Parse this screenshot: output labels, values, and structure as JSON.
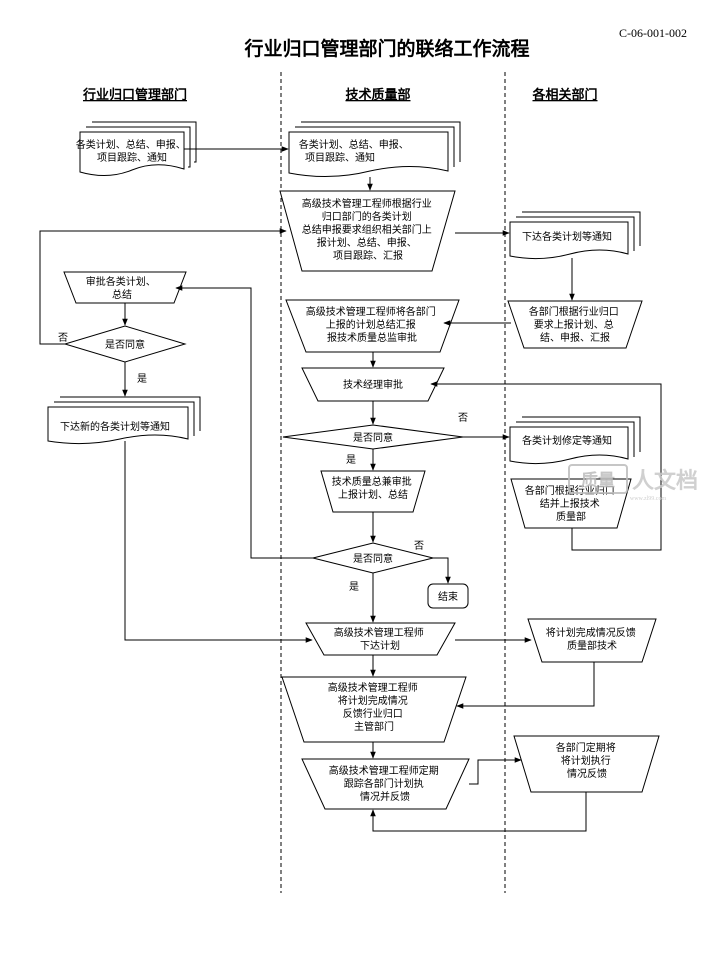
{
  "doc": {
    "code": "C-06-001-002",
    "title": "行业归口管理部门的联络工作流程"
  },
  "lanes": {
    "left": "行业归口管理部门",
    "middle": "技术质量部",
    "right": "各相关部门"
  },
  "nodes": {
    "n1": [
      "各类计划、总结、申报、",
      "项目跟踪、通知"
    ],
    "n2": [
      "各类计划、总结、申报、",
      "项目跟踪、通知"
    ],
    "n3": [
      "高级技术管理工程师根据行业",
      "归口部门的各类计划",
      "总结申报要求组织相关部门上",
      "报计划、总结、申报、",
      "项目跟踪、汇报"
    ],
    "n4": [
      "下达各类计划等通知"
    ],
    "n5": [
      "审批各类计划、",
      "总结"
    ],
    "n6": [
      "高级技术管理工程师将各部门",
      "上报的计划总结汇报",
      "报技术质量总监审批"
    ],
    "n7": [
      "各部门根据行业归口",
      "要求上报计划、总",
      "结、申报、汇报"
    ],
    "d1": [
      "是否同意"
    ],
    "n8": [
      "技术经理审批"
    ],
    "n9": [
      "下达新的各类计划等通知"
    ],
    "d2": [
      "是否同意"
    ],
    "n10": [
      "各类计划修定等通知"
    ],
    "n11": [
      "技术质量总兼审批",
      "上报计划、总结"
    ],
    "n12": [
      "各部门根据行业归口",
      "结并上报技术",
      "质量部"
    ],
    "d3": [
      "是否同意"
    ],
    "end": [
      "结束"
    ],
    "n13": [
      "高级技术管理工程师",
      "下达计划"
    ],
    "n14": [
      "将计划完成情况反馈",
      "质量部技术"
    ],
    "n15": [
      "高级技术管理工程师",
      "将计划完成情况",
      "反馈行业归口",
      "主管部门"
    ],
    "n16": [
      "高级技术管理工程师定期",
      "跟踪各部门计划执",
      "情况并反馈"
    ],
    "n17": [
      "各部门定期将",
      "将计划执行",
      "情况反馈"
    ]
  },
  "edge_labels": {
    "no_1": "否",
    "yes_1": "是",
    "no_2": "否",
    "yes_2": "是",
    "no_3": "否",
    "yes_3": "是"
  },
  "watermark": {
    "brand": "人文档",
    "prefix": "质量",
    "url": "www.zl99.com"
  },
  "colors": {
    "stroke": "#000000",
    "background": "#ffffff",
    "watermark": "#c8c8c8"
  }
}
